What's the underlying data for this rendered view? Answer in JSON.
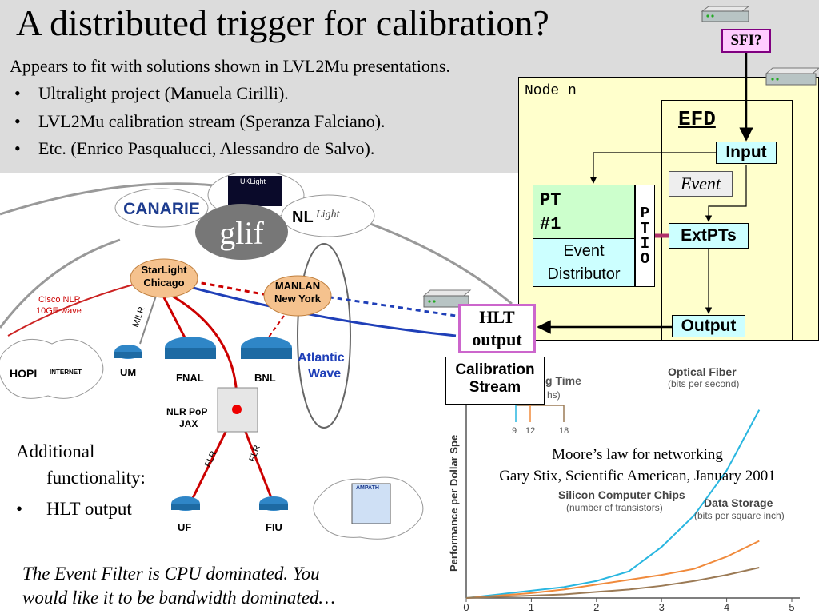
{
  "slide": {
    "title": "A distributed trigger for calibration?",
    "intro": "Appears to fit with solutions shown in LVL2Mu presentations.",
    "bullets": [
      "Ultralight project (Manuela Cirilli).",
      "LVL2Mu calibration stream (Speranza Falciano).",
      "Etc. (Enrico Pasqualucci, Alessandro de Salvo)."
    ],
    "bullet_marker": "•",
    "additional": [
      "Additional",
      "functionality:"
    ],
    "additional_items": [
      "HLT output"
    ],
    "note": [
      "The Event Filter is CPU dominated. You",
      "would like it to be bandwidth dominated…"
    ]
  },
  "diagram": {
    "sfi": "SFI?",
    "node": "Node n",
    "efd": "EFD",
    "input": "Input",
    "event": "Event",
    "pt": [
      "PT",
      "#1"
    ],
    "event_distributor": [
      "Event",
      "Distributor"
    ],
    "ptio": [
      "P",
      "T",
      "I",
      "O"
    ],
    "extpts": "ExtPTs",
    "output": "Output",
    "hlt_output": [
      "HLT",
      "output"
    ],
    "calibration_stream": [
      "Calibration",
      "Stream"
    ],
    "colors": {
      "node_bg": "#ffffcc",
      "box_cyan": "#ccffff",
      "box_green": "#ccffcc",
      "sfi_bg": "#ffccff",
      "hlt_border": "#cc66cc"
    },
    "icons": [
      "network-switch-icon"
    ]
  },
  "network_map": {
    "clouds": [
      "CANARIE",
      "UKLight",
      "NL Light",
      "HOPI"
    ],
    "ukl_logo": "UKLight",
    "glif": "glif",
    "nl": "NL",
    "nl_light": "Light",
    "starlight": [
      "StarLight",
      "Chicago"
    ],
    "manlan": [
      "MANLAN",
      "New York"
    ],
    "cisco_nlr": [
      "Cisco NLR",
      "10GE wave"
    ],
    "milr": "MILR",
    "hopi": "HOPI",
    "internet2": "INTERNET",
    "nodes": [
      "UM",
      "FNAL",
      "BNL",
      "UF",
      "FIU"
    ],
    "nlr_pop": [
      "NLR PoP",
      "JAX"
    ],
    "flr": "FLR",
    "atlantic": [
      "Atlantic",
      "Wave"
    ],
    "ampath": "AMPATH"
  },
  "moore_chart": {
    "caption": [
      "Moore’s law for networking",
      "Gary Stix, Scientific American, January 2001"
    ],
    "legend_title": "g Time",
    "legend_sub": "hs)",
    "legend_ticks": [
      "9",
      "12",
      "18"
    ]
  },
  "chart_data": {
    "type": "line",
    "title": "",
    "ylabel": "Performance per Dollar Spe",
    "xlabel": "",
    "x_ticks": [
      "0",
      "1",
      "2",
      "3",
      "4",
      "5"
    ],
    "xlim": [
      0,
      5
    ],
    "series": [
      {
        "name": "Optical Fiber",
        "sub": "(bits per second)",
        "color": "#29b6e0",
        "x": [
          0,
          0.5,
          1,
          1.5,
          2,
          2.5,
          3,
          3.5,
          4,
          4.5
        ],
        "y": [
          0,
          0.03,
          0.06,
          0.09,
          0.14,
          0.22,
          0.42,
          0.68,
          1.05,
          1.55
        ]
      },
      {
        "name": "Data Storage",
        "sub": "(bits per square inch)",
        "color": "#f08a3c",
        "x": [
          0,
          0.5,
          1,
          1.5,
          2,
          2.5,
          3,
          3.5,
          4,
          4.5
        ],
        "y": [
          0,
          0.02,
          0.04,
          0.07,
          0.11,
          0.15,
          0.19,
          0.24,
          0.34,
          0.47
        ]
      },
      {
        "name": "Silicon Computer Chips",
        "sub": "(number of transistors)",
        "color": "#9b7a55",
        "x": [
          0,
          0.5,
          1,
          1.5,
          2,
          2.5,
          3,
          3.5,
          4,
          4.5
        ],
        "y": [
          0,
          0.01,
          0.02,
          0.03,
          0.05,
          0.07,
          0.1,
          0.14,
          0.19,
          0.25
        ]
      }
    ]
  }
}
